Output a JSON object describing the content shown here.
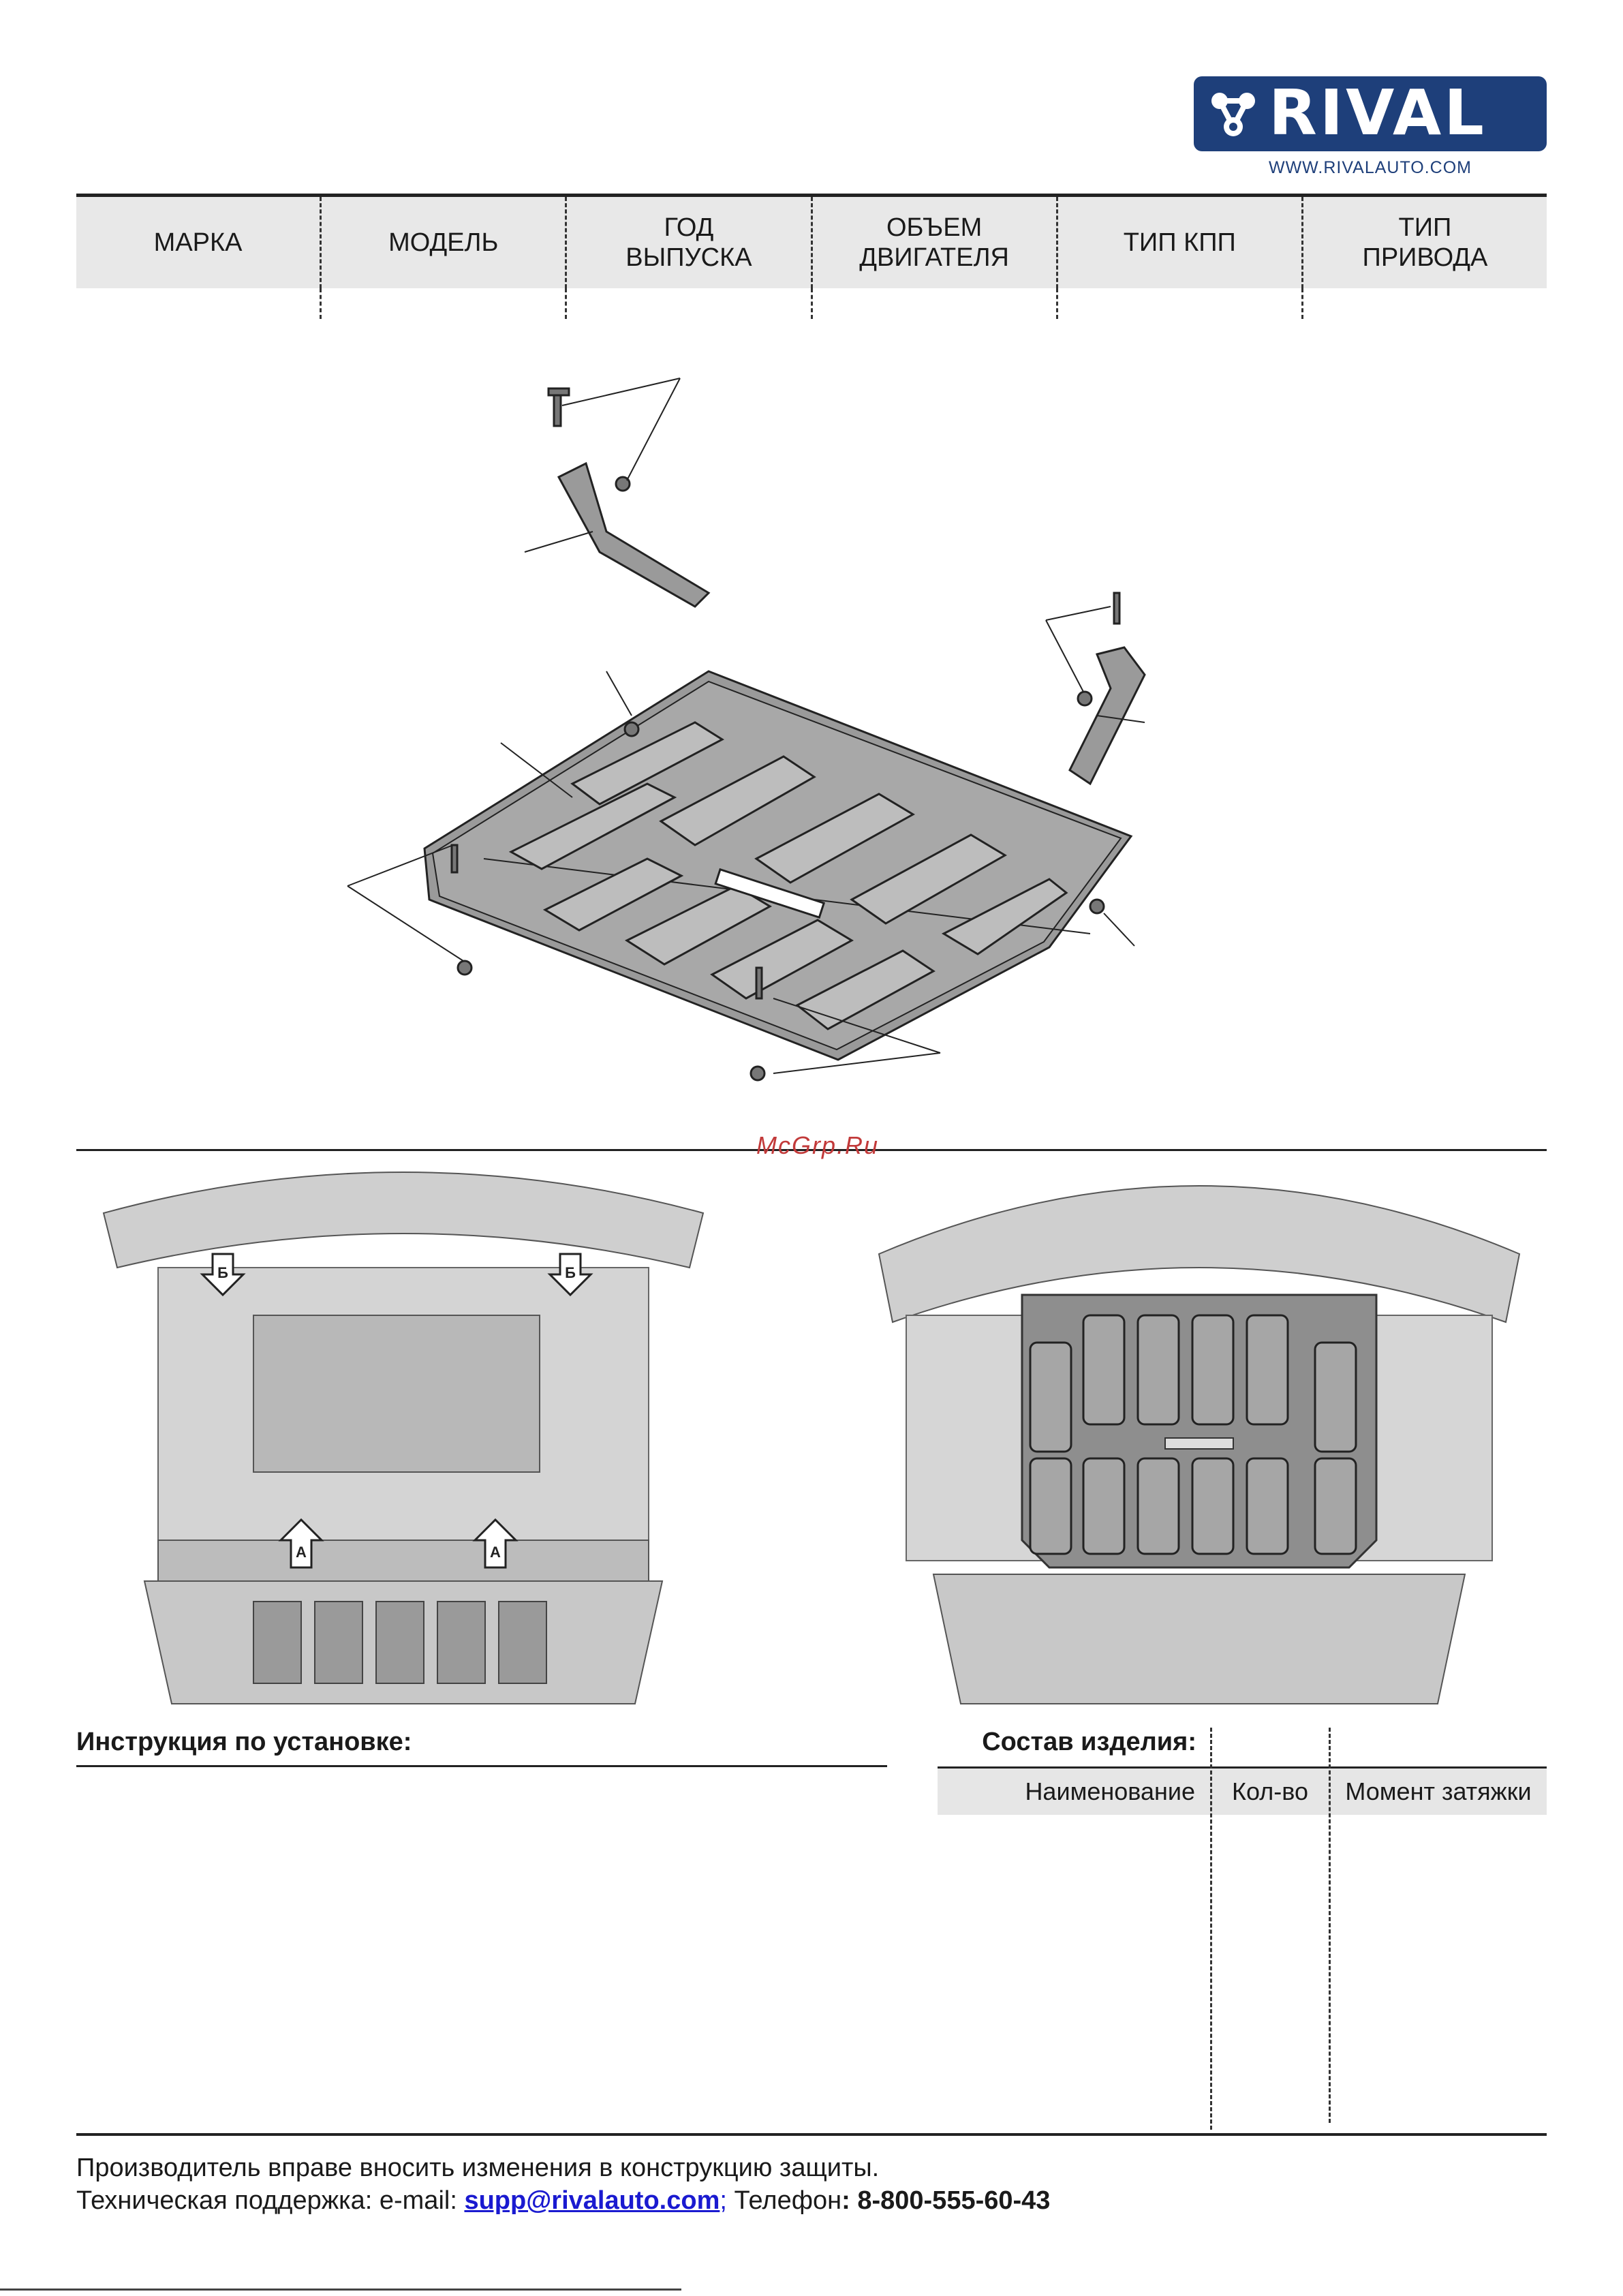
{
  "brand": {
    "logo_text": "RIVAL",
    "website": "WWW.RIVALAUTO.COM",
    "color": "#1e3f7a"
  },
  "spec_header": [
    "МАРКА",
    "МОДЕЛЬ",
    "ГОД\nВЫПУСКА",
    "ОБЪЕМ\nДВИГАТЕЛЯ",
    "ТИП КПП",
    "ТИП\nПРИВОДА"
  ],
  "watermark": "McGrp.Ru",
  "photo_markers": {
    "a": "А",
    "b": "Б"
  },
  "instructions": {
    "title": "Инструкция по установке:"
  },
  "composition": {
    "title": "Состав изделия:",
    "columns": [
      "Наименование",
      "Кол-во",
      "Момент затяжки"
    ]
  },
  "footer": {
    "notice": "Производитель вправе вносить изменения в конструкцию защиты.",
    "support_label": "Техническая поддержка:  e-mail: ",
    "email": "supp@rivalauto.com",
    "semicolon": ";",
    "phone_label": " Телефон",
    "phone": ": 8-800-555-60-43"
  }
}
